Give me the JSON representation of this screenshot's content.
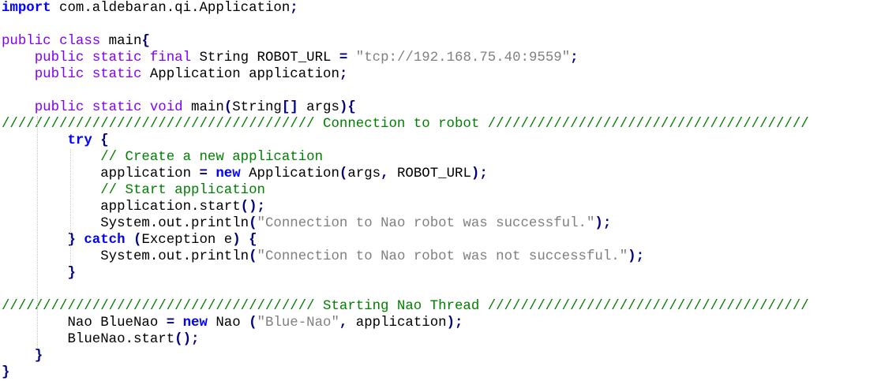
{
  "code": {
    "lines": [
      [
        {
          "t": "import",
          "c": "kw-bold"
        },
        {
          "t": " com.aldebaran.qi.Application",
          "c": "plain"
        },
        {
          "t": ";",
          "c": "op"
        }
      ],
      [],
      [
        {
          "t": "public",
          "c": "kw"
        },
        {
          "t": " ",
          "c": "plain"
        },
        {
          "t": "class",
          "c": "kw"
        },
        {
          "t": " main",
          "c": "plain"
        },
        {
          "t": "{",
          "c": "op"
        }
      ],
      [
        {
          "t": "    ",
          "c": "plain"
        },
        {
          "t": "public",
          "c": "kw"
        },
        {
          "t": " ",
          "c": "plain"
        },
        {
          "t": "static",
          "c": "kw"
        },
        {
          "t": " ",
          "c": "plain"
        },
        {
          "t": "final",
          "c": "kw"
        },
        {
          "t": " String ROBOT_URL ",
          "c": "plain"
        },
        {
          "t": "=",
          "c": "op"
        },
        {
          "t": " ",
          "c": "plain"
        },
        {
          "t": "\"tcp://192.168.75.40:9559\"",
          "c": "str"
        },
        {
          "t": ";",
          "c": "op"
        }
      ],
      [
        {
          "t": "    ",
          "c": "plain"
        },
        {
          "t": "public",
          "c": "kw"
        },
        {
          "t": " ",
          "c": "plain"
        },
        {
          "t": "static",
          "c": "kw"
        },
        {
          "t": " Application application",
          "c": "plain"
        },
        {
          "t": ";",
          "c": "op"
        }
      ],
      [],
      [
        {
          "t": "    ",
          "c": "plain"
        },
        {
          "t": "public",
          "c": "kw"
        },
        {
          "t": " ",
          "c": "plain"
        },
        {
          "t": "static",
          "c": "kw"
        },
        {
          "t": " ",
          "c": "plain"
        },
        {
          "t": "void",
          "c": "kw"
        },
        {
          "t": " main",
          "c": "plain"
        },
        {
          "t": "(",
          "c": "op"
        },
        {
          "t": "String",
          "c": "plain"
        },
        {
          "t": "[]",
          "c": "op"
        },
        {
          "t": " args",
          "c": "plain"
        },
        {
          "t": "){",
          "c": "op"
        }
      ],
      [
        {
          "t": "////////////////////////////////////// Connection to robot ///////////////////////////////////////",
          "c": "cmt"
        }
      ],
      [
        {
          "t": "        ",
          "c": "plain"
        },
        {
          "t": "try",
          "c": "kw-bold"
        },
        {
          "t": " ",
          "c": "plain"
        },
        {
          "t": "{",
          "c": "op"
        }
      ],
      [
        {
          "t": "            ",
          "c": "plain"
        },
        {
          "t": "// Create a new application",
          "c": "cmt"
        }
      ],
      [
        {
          "t": "            application ",
          "c": "plain"
        },
        {
          "t": "=",
          "c": "op"
        },
        {
          "t": " ",
          "c": "plain"
        },
        {
          "t": "new",
          "c": "kw-bold"
        },
        {
          "t": " Application",
          "c": "plain"
        },
        {
          "t": "(",
          "c": "op"
        },
        {
          "t": "args",
          "c": "plain"
        },
        {
          "t": ",",
          "c": "op"
        },
        {
          "t": " ROBOT_URL",
          "c": "plain"
        },
        {
          "t": ");",
          "c": "op"
        }
      ],
      [
        {
          "t": "            ",
          "c": "plain"
        },
        {
          "t": "// Start application",
          "c": "cmt"
        }
      ],
      [
        {
          "t": "            application.start",
          "c": "plain"
        },
        {
          "t": "();",
          "c": "op"
        }
      ],
      [
        {
          "t": "            System.out.println",
          "c": "plain"
        },
        {
          "t": "(",
          "c": "op"
        },
        {
          "t": "\"Connection to Nao robot was successful.\"",
          "c": "str"
        },
        {
          "t": ");",
          "c": "op"
        }
      ],
      [
        {
          "t": "        ",
          "c": "plain"
        },
        {
          "t": "}",
          "c": "op"
        },
        {
          "t": " ",
          "c": "plain"
        },
        {
          "t": "catch",
          "c": "kw-bold"
        },
        {
          "t": " ",
          "c": "plain"
        },
        {
          "t": "(",
          "c": "op"
        },
        {
          "t": "Exception e",
          "c": "plain"
        },
        {
          "t": ")",
          "c": "op"
        },
        {
          "t": " ",
          "c": "plain"
        },
        {
          "t": "{",
          "c": "op"
        }
      ],
      [
        {
          "t": "            System.out.println",
          "c": "plain"
        },
        {
          "t": "(",
          "c": "op"
        },
        {
          "t": "\"Connection to Nao robot was not successful.\"",
          "c": "str"
        },
        {
          "t": ");",
          "c": "op"
        }
      ],
      [
        {
          "t": "        ",
          "c": "plain"
        },
        {
          "t": "}",
          "c": "op"
        }
      ],
      [],
      [
        {
          "t": "////////////////////////////////////// Starting Nao Thread ///////////////////////////////////////",
          "c": "cmt"
        }
      ],
      [
        {
          "t": "        Nao BlueNao ",
          "c": "plain"
        },
        {
          "t": "=",
          "c": "op"
        },
        {
          "t": " ",
          "c": "plain"
        },
        {
          "t": "new",
          "c": "kw-bold"
        },
        {
          "t": " Nao ",
          "c": "plain"
        },
        {
          "t": "(",
          "c": "op"
        },
        {
          "t": "\"Blue-Nao\"",
          "c": "str"
        },
        {
          "t": ",",
          "c": "op"
        },
        {
          "t": " application",
          "c": "plain"
        },
        {
          "t": ");",
          "c": "op"
        }
      ],
      [
        {
          "t": "        BlueNao.start",
          "c": "plain"
        },
        {
          "t": "();",
          "c": "op"
        }
      ],
      [
        {
          "t": "    ",
          "c": "plain"
        },
        {
          "t": "}",
          "c": "op"
        }
      ],
      [
        {
          "t": "}",
          "c": "op"
        }
      ]
    ]
  }
}
